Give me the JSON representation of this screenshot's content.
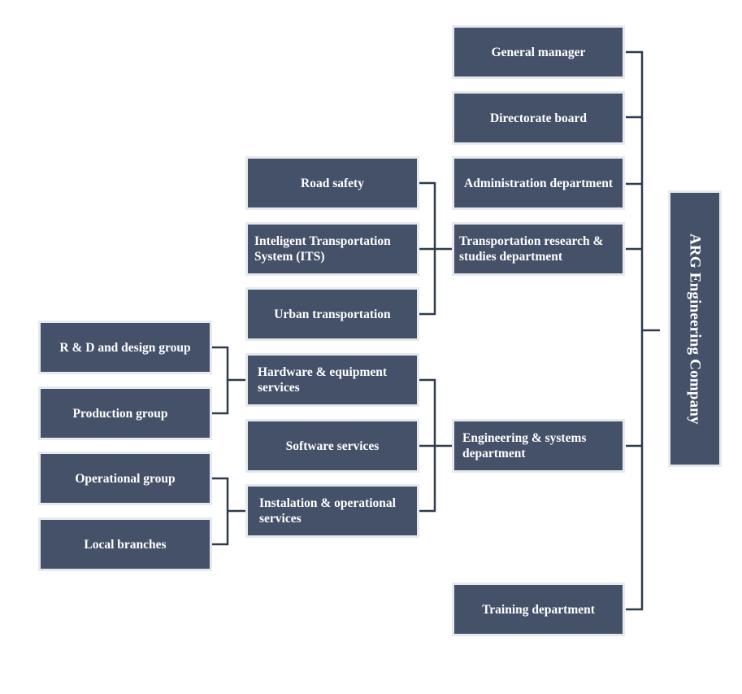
{
  "nodes": [
    {
      "id": "company",
      "label": "ARG Engineering Company"
    },
    {
      "id": "gm",
      "label": "General manager"
    },
    {
      "id": "board",
      "label": "Directorate board"
    },
    {
      "id": "admin",
      "label": "Administration department"
    },
    {
      "id": "trsd",
      "label": "Transportation research & studies department"
    },
    {
      "id": "esd",
      "label": "Engineering & systems department"
    },
    {
      "id": "training",
      "label": "Training department"
    },
    {
      "id": "road",
      "label": "Road safety"
    },
    {
      "id": "its",
      "label": "Inteligent Transportation System (ITS)"
    },
    {
      "id": "urban",
      "label": "Urban transportation"
    },
    {
      "id": "hw",
      "label": "Hardware  & equipment services"
    },
    {
      "id": "sw",
      "label": "Software  services"
    },
    {
      "id": "inst",
      "label": "Instalation & operational services"
    },
    {
      "id": "rd",
      "label": "R & D and design group"
    },
    {
      "id": "prod",
      "label": "Production group"
    },
    {
      "id": "op",
      "label": "Operational group"
    },
    {
      "id": "local",
      "label": "Local branches"
    }
  ],
  "edges": [
    [
      "company",
      "gm"
    ],
    [
      "company",
      "board"
    ],
    [
      "company",
      "admin"
    ],
    [
      "company",
      "trsd"
    ],
    [
      "company",
      "esd"
    ],
    [
      "company",
      "training"
    ],
    [
      "trsd",
      "road"
    ],
    [
      "trsd",
      "its"
    ],
    [
      "trsd",
      "urban"
    ],
    [
      "esd",
      "hw"
    ],
    [
      "esd",
      "sw"
    ],
    [
      "esd",
      "inst"
    ],
    [
      "hw",
      "rd"
    ],
    [
      "hw",
      "prod"
    ],
    [
      "inst",
      "op"
    ],
    [
      "inst",
      "local"
    ]
  ],
  "colors": {
    "box": "#445169",
    "border": "#e6e9ee",
    "line": "#2f3a4d",
    "text": "#ffffff"
  }
}
